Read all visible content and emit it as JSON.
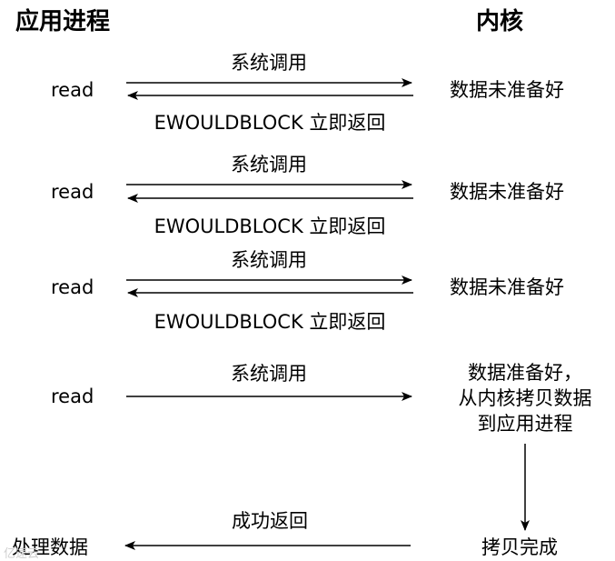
{
  "headers": {
    "app_process": "应用进程",
    "kernel": "内核"
  },
  "rounds": [
    {
      "left": "read",
      "top_label": "系统调用",
      "bottom_label": "EWOULDBLOCK 立即返回",
      "right": "数据未准备好"
    },
    {
      "left": "read",
      "top_label": "系统调用",
      "bottom_label": "EWOULDBLOCK 立即返回",
      "right": "数据未准备好"
    },
    {
      "left": "read",
      "top_label": "系统调用",
      "bottom_label": "EWOULDBLOCK 立即返回",
      "right": "数据未准备好"
    }
  ],
  "final_round": {
    "left": "read",
    "top_label": "系统调用",
    "right_lines": [
      "数据准备好，",
      "从内核拷贝数据",
      "到应用进程"
    ]
  },
  "completion": {
    "right": "拷贝完成",
    "label": "成功返回",
    "left": "处理数据"
  },
  "watermark": "亿速云"
}
